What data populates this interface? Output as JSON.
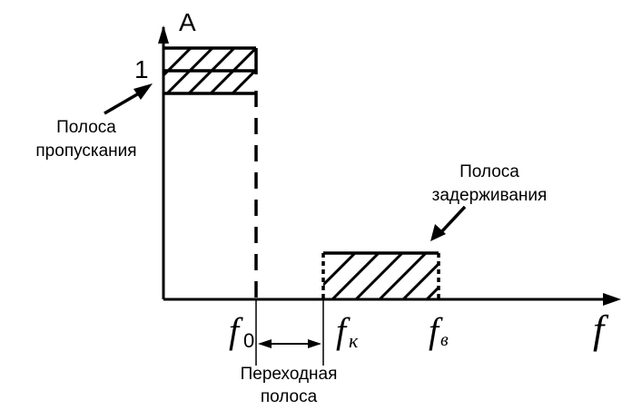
{
  "axes": {
    "y_label": "A",
    "y_tick": "1",
    "x_label": "f"
  },
  "frequencies": {
    "f_base": "f",
    "f0_sub": "0",
    "fk_sub": "к",
    "fv_sub": "в"
  },
  "annotations": {
    "passband_line1": "Полоса",
    "passband_line2": "пропускания",
    "stopband_line1": "Полоса",
    "stopband_line2": "задерживания",
    "transition_line1": "Переходная",
    "transition_line2": "полоса"
  }
}
